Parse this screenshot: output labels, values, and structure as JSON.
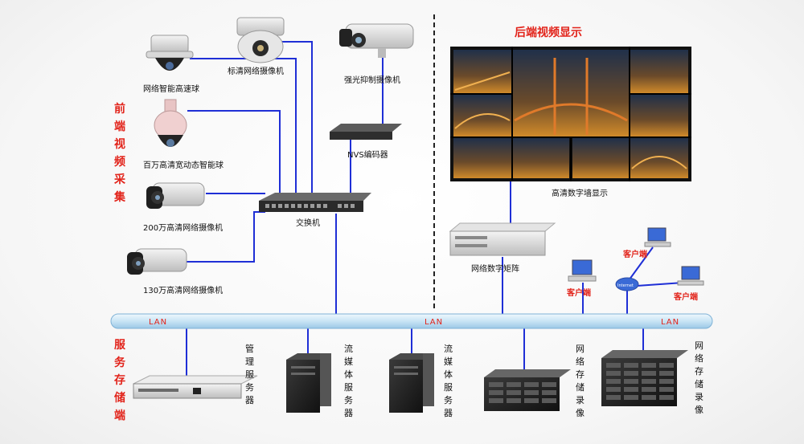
{
  "sections": {
    "front_end": "前端视频采集",
    "service_end": "服务存储端",
    "back_end": "后端视频显示"
  },
  "devices": {
    "speed_dome": "网络智能高速球",
    "sd_camera": "标清网络摄像机",
    "strong_light": "强光抑制摄像机",
    "megapixel_wdr": "百万高清宽动态智能球",
    "cam_200": "200万高清网络摄像机",
    "cam_130": "130万高清网络摄像机",
    "nvs": "NVS编码器",
    "switch": "交换机",
    "video_wall": "高清数字墙显示",
    "matrix": "网络数字矩阵",
    "mgmt_server": "管理服务器",
    "stream_server_1": "流媒体服务器",
    "stream_server_2": "流媒体服务器",
    "nvr_1": "网络存储录像",
    "nvr_2": "网络存储录像",
    "client_1": "客户端",
    "client_2": "客户端",
    "client_3": "客户端",
    "internet": "Internet"
  },
  "lan_labels": [
    "LAN",
    "LAN",
    "LAN"
  ],
  "colors": {
    "link": "#1f2fd6",
    "accent": "#e2231a",
    "lan_bar": "#d6ecf8"
  }
}
